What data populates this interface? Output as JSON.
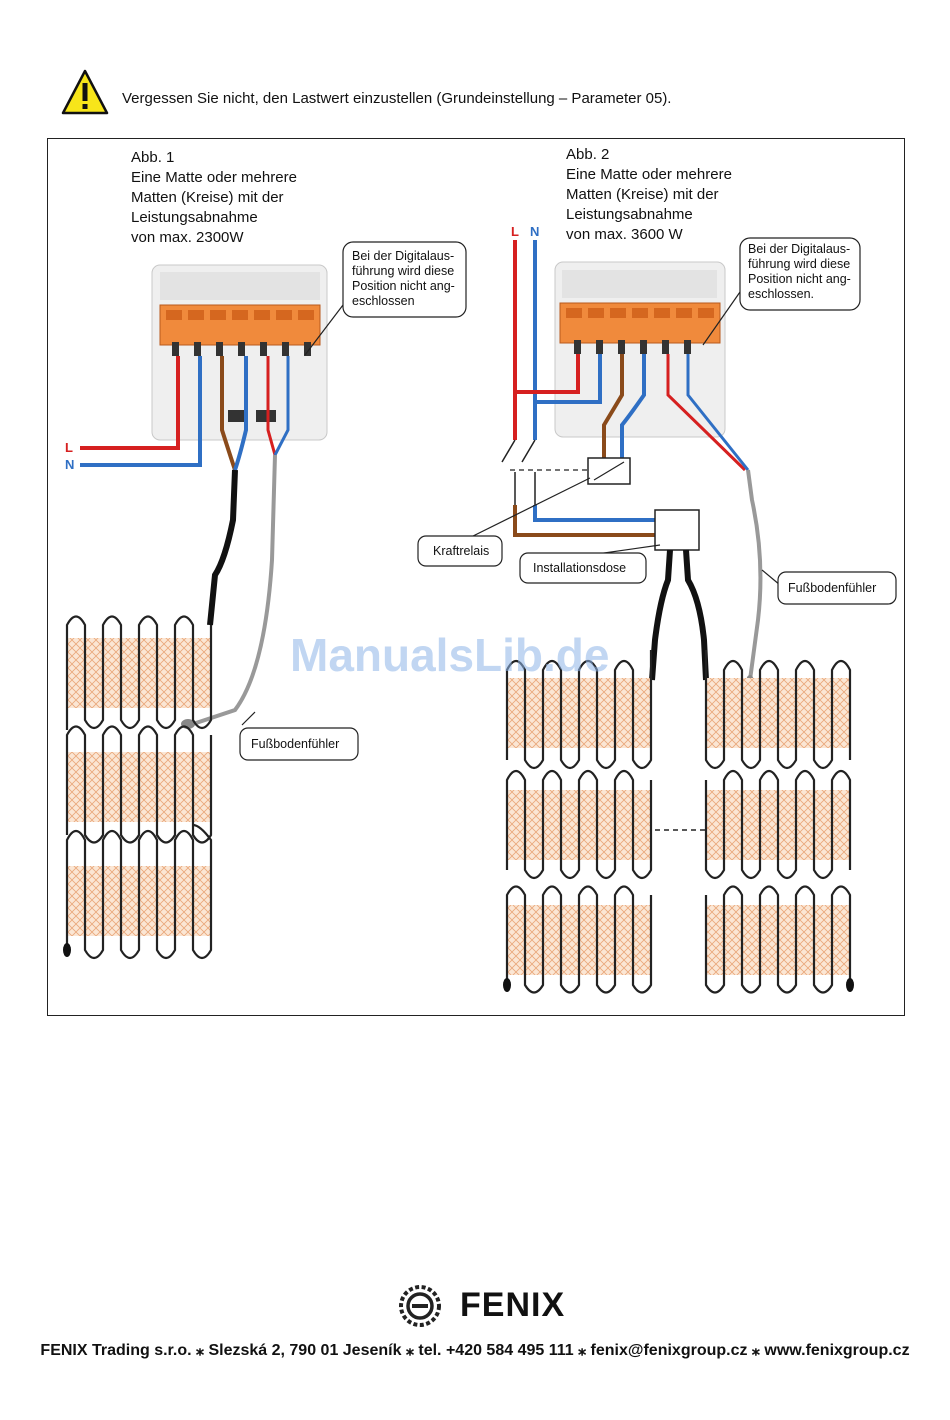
{
  "warning": {
    "text": "Vergessen Sie nicht, den Lastwert einzustellen (Grundeinstellung – Parameter 05).",
    "icon": "warning-triangle-icon"
  },
  "fig1": {
    "caption": [
      "Abb. 1",
      "Eine Matte oder mehrere",
      "Matten (Kreise) mit der",
      "Leistungsabnahme",
      "von max. 2300W"
    ],
    "callout": [
      "Bei der Digitalaus-",
      "führung wird diese",
      "Position nicht ang-",
      "eschlossen"
    ],
    "label_L": "L",
    "label_N": "N",
    "sensor": "Fußbodenfühler"
  },
  "fig2": {
    "caption": [
      "Abb. 2",
      "Eine Matte oder mehrere",
      "Matten (Kreise) mit der",
      "Leistungsabnahme",
      "von max. 3600 W"
    ],
    "callout": [
      "Bei der Digitalaus-",
      "führung wird diese",
      "Position nicht ang-",
      "eschlossen."
    ],
    "label_L": "L",
    "label_N": "N",
    "relay": "Kraftrelais",
    "box": "Installationsdose",
    "sensor": "Fußbodenfühler"
  },
  "watermark": "ManualsLib.de",
  "brand": "FENIX",
  "footer": "FENIX Trading s.r.o. ⁎ Slezská 2, 790 01 Jeseník ⁎ tel. +420 584 495 111 ⁎ fenix@fenixgroup.cz ⁎ www.fenixgroup.cz",
  "colors": {
    "live": "#d62020",
    "neutral": "#2f6fc4",
    "brown": "#8a4a1a",
    "mat": "#f2c8a6",
    "terminal": "#f08a3c"
  }
}
